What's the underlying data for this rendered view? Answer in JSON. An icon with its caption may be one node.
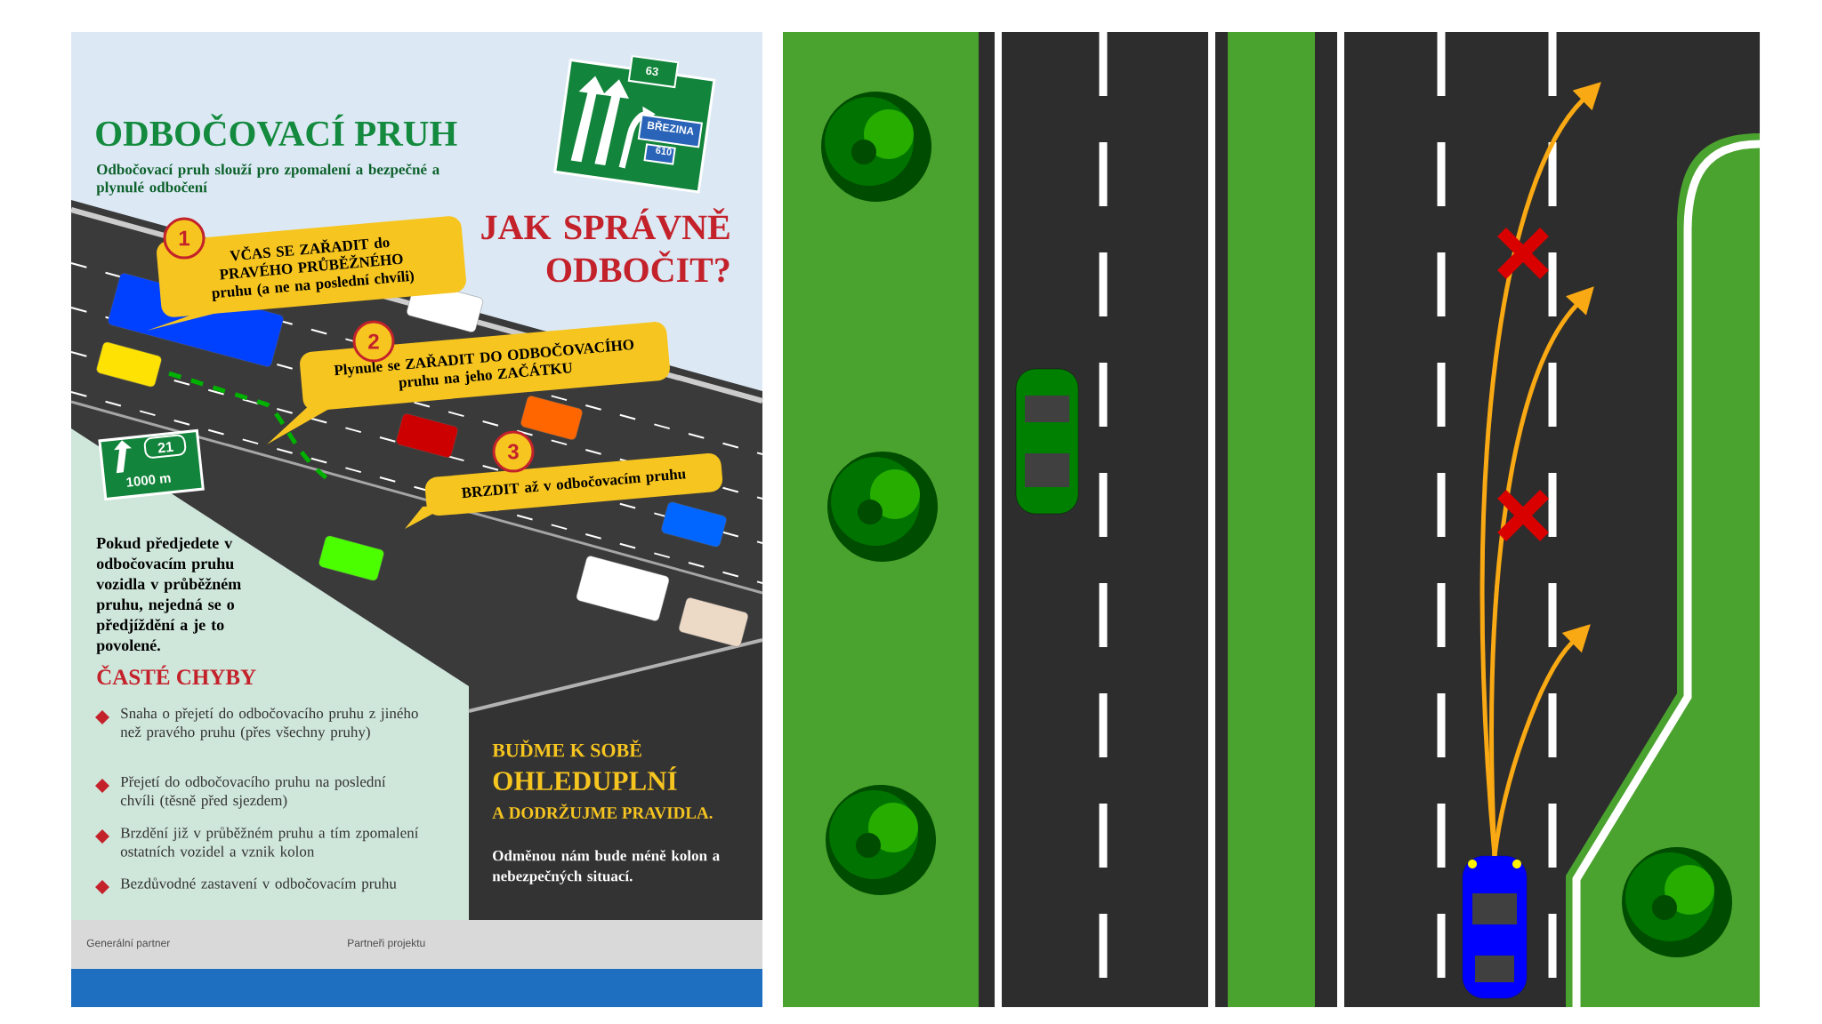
{
  "diagram": {
    "title": "ODBOČOVACÍ PRUH",
    "nodes": [
      {
        "text": [
          "1",
          "VČAS SE ZAŘADIT do PRAVÉHO PRŮBĚŽNÉHO pruhu (a ne na poslední chvíli)"
        ]
      },
      {
        "text": [
          "2",
          "Plynule se ZAŘADIT DO ODBOČOVACÍHO pruhu na jeho ZAČÁTKU"
        ]
      },
      {
        "text": [
          "3",
          "BRZDIT až v odbočovacím pruhu"
        ]
      },
      {
        "text": [],
        "shape": "picture"
      }
    ],
    "edges": [
      {
        "from": 3,
        "to": null,
        "arrow": "to"
      },
      {
        "from": 3,
        "to": null,
        "arrow": "to"
      },
      {
        "from": 3,
        "to": null,
        "arrow": "to"
      }
    ],
    "labels": [
      "Odbočovací pruh slouží pro zpomalení a bezpečné a plynulé odbočení",
      "JAK SPRÁVNĚ ODBOČIT?",
      "63",
      "BŘEZINA",
      "610",
      "21",
      "1000 m",
      "Pokud předjedete v odbočovacím pruhu vozidla v průběžném pruhu, nejedná se o předjíždění a je to povolené.",
      "ČASTÉ CHYBY",
      "Snaha o přejetí do odbočovacího pruhu z jiného než pravého pruhu (přes všechny pruhy)",
      "Přejetí do odbočovacího pruhu na poslední chvíli (těsně před sjezdem)",
      "Brzdění již v průběžném pruhu a tím zpomalení ostatních vozidel a vznik kolon",
      "Bezdůvodné zastavení v odbočovacím pruhu",
      "BUĎME K SOBĚ",
      "OHLEDUPLNÍ",
      "A DODRŽUJME PRAVIDLA.",
      "Odměnou nám bude méně kolon a nebezpečných situací.",
      "Generální partner",
      "Partneři projektu"
    ]
  }
}
